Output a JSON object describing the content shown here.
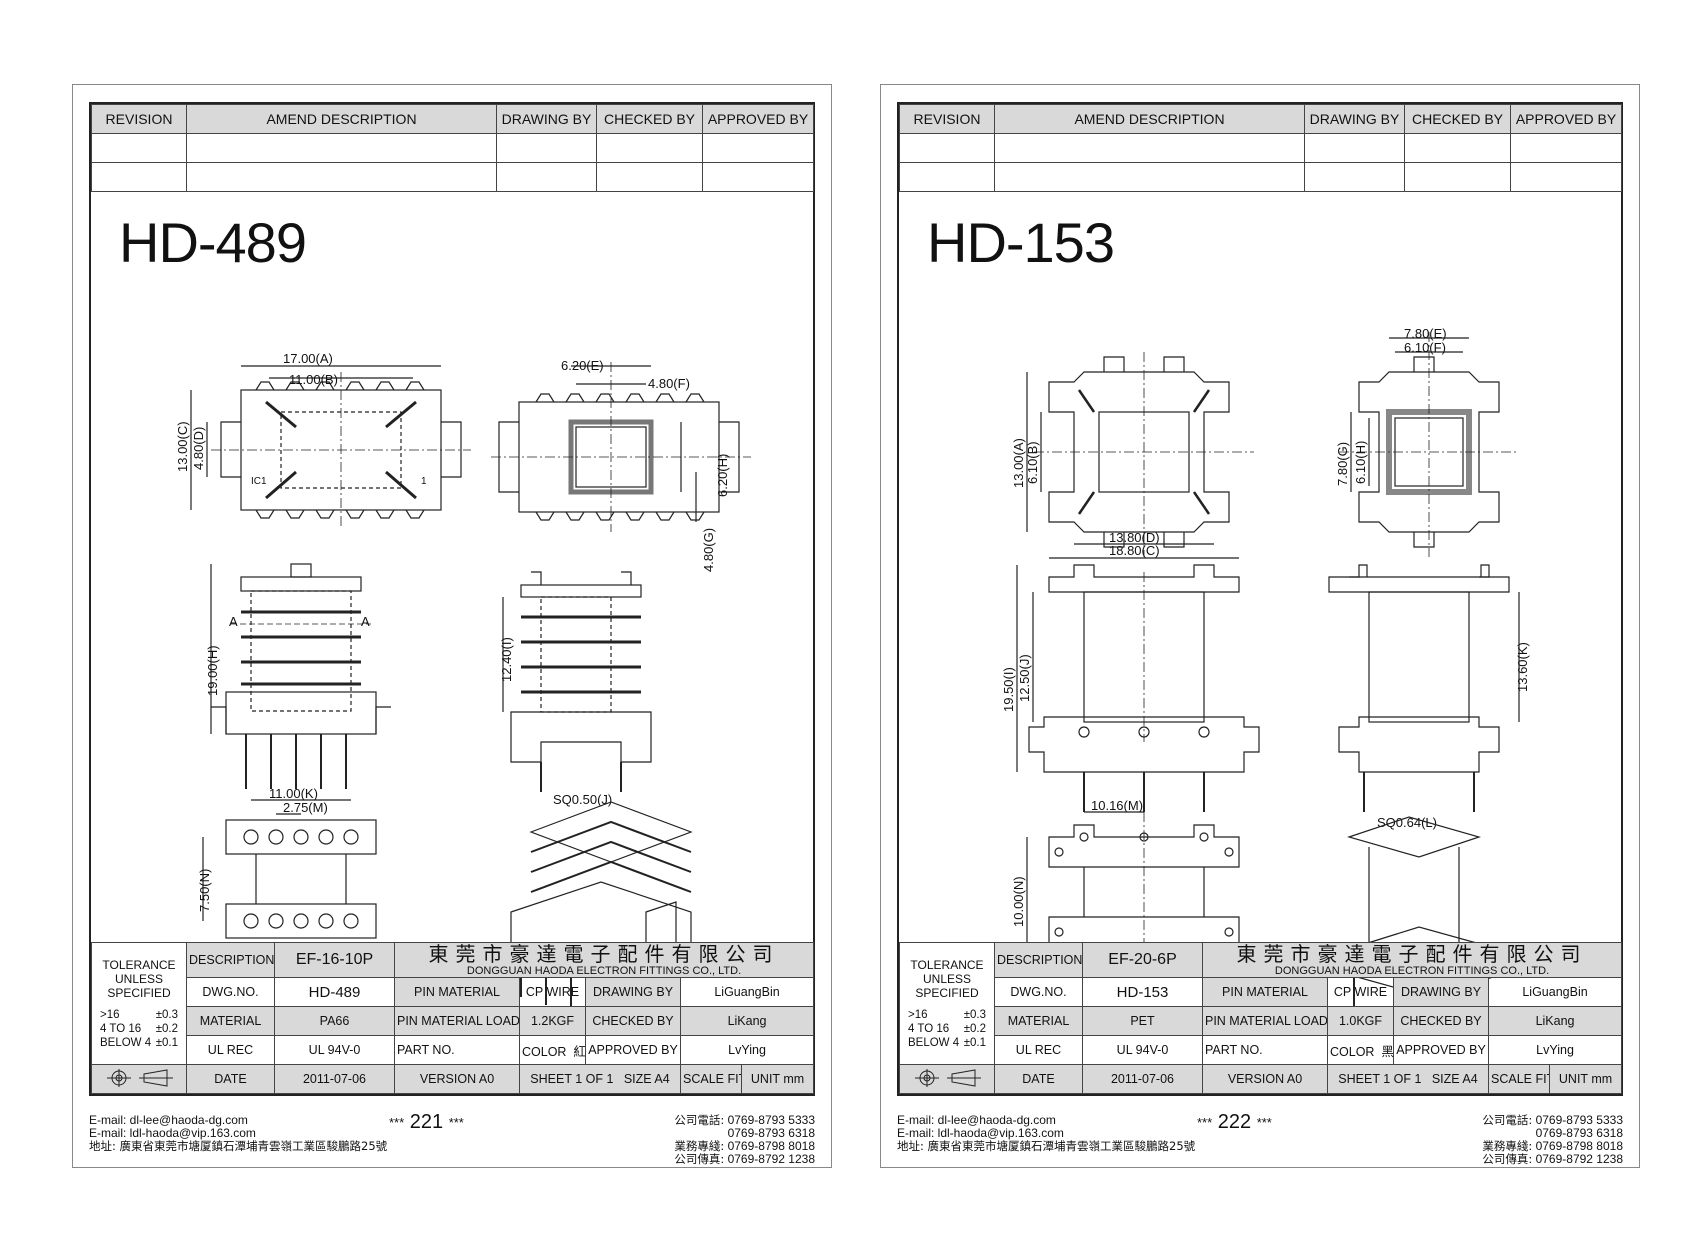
{
  "revision_table": {
    "headers": [
      "REVISION",
      "AMEND DESCRIPTION",
      "DRAWING BY",
      "CHECKED BY",
      "APPROVED BY"
    ]
  },
  "sheets": [
    {
      "model": "HD-489",
      "dims": {
        "a": "17.00(A)",
        "b": "11.00(B)",
        "c": "13.00(C)",
        "d": "4.80(D)",
        "e": "6.20(E)",
        "f": "4.80(F)",
        "g": "4.80(G)",
        "h_top": "6.20(H)",
        "h_side": "19.00(H)",
        "i": "12.40(I)",
        "j": "SQ0.50(J)",
        "k": "11.00(K)",
        "m": "2.75(M)",
        "n": "7.50(N)",
        "section": "A",
        "pin_mark_1": "IC1",
        "pin_mark_2": "1"
      },
      "title_block": {
        "tolerance": [
          "TOLERANCE",
          "UNLESS",
          "SPECIFIED"
        ],
        "tol_rows": [
          [
            ">16",
            "±0.3"
          ],
          [
            "4 TO 16",
            "±0.2"
          ],
          [
            "BELOW 4",
            "±0.1"
          ]
        ],
        "description_label": "DESCRIPTION",
        "description": "EF-16-10P",
        "company_cn": "東莞市豪達電子配件有限公司",
        "company_en": "DONGGUAN HAODA ELECTRON FITTINGS CO., LTD.",
        "dwg_no_label": "DWG.NO.",
        "dwg_no": "HD-489",
        "pin_material_label": "PIN MATERIAL",
        "pin_material": "CP WIRE",
        "drawing_by_label": "DRAWING BY",
        "drawing_by": "LiGuangBin",
        "material_label": "MATERIAL",
        "material": "PA66",
        "pin_load_label": "PIN MATERIAL LOAD",
        "pin_load": "1.2KGF",
        "checked_by_label": "CHECKED BY",
        "checked_by": "LiKang",
        "ul_rec_label": "UL REC",
        "ul_rec": "UL 94V-0",
        "part_no_label": "PART NO.",
        "part_no": "",
        "color_label": "COLOR",
        "color": "紅色",
        "approved_by_label": "APPROVED BY",
        "approved_by": "LvYing",
        "date_label": "DATE",
        "date": "2011-07-06",
        "version": "VERSION A0",
        "sheet": "SHEET 1 OF 1",
        "size": "SIZE A4",
        "scale": "SCALE FIT",
        "unit": "UNIT mm"
      },
      "footer": {
        "email1": "E-mail: dl-lee@haoda-dg.com",
        "email2": "E-mail: ldl-haoda@vip.163.com",
        "address": "地址: 廣東省東莞市塘厦鎮石潭埔青雲嶺工業區駿鵬路25號",
        "page": "221",
        "stars": "***",
        "phone_label": "公司電話:",
        "phone1": "0769-8793 5333",
        "phone2": "0769-8793 6318",
        "biz_label": "業務專綫:",
        "biz": "0769-8798 8018",
        "fax_label": "公司傳真:",
        "fax": "0769-8792 1238"
      }
    },
    {
      "model": "HD-153",
      "dims": {
        "e": "7.80(E)",
        "f": "6.10(F)",
        "a": "13.00(A)",
        "b": "6.10(B)",
        "g": "7.80(G)",
        "h": "6.10(H)",
        "d": "13.80(D)",
        "c": "18.80(C)",
        "i": "19.50(I)",
        "j": "12.50(J)",
        "k": "13.60(K)",
        "l": "SQ0.64(L)",
        "m": "10.16(M)",
        "n": "10.00(N)"
      },
      "title_block": {
        "tolerance": [
          "TOLERANCE",
          "UNLESS",
          "SPECIFIED"
        ],
        "tol_rows": [
          [
            ">16",
            "±0.3"
          ],
          [
            "4 TO 16",
            "±0.2"
          ],
          [
            "BELOW 4",
            "±0.1"
          ]
        ],
        "description_label": "DESCRIPTION",
        "description": "EF-20-6P",
        "company_cn": "東莞市豪達電子配件有限公司",
        "company_en": "DONGGUAN HAODA ELECTRON FITTINGS CO., LTD.",
        "dwg_no_label": "DWG.NO.",
        "dwg_no": "HD-153",
        "pin_material_label": "PIN MATERIAL",
        "pin_material": "CP WIRE",
        "drawing_by_label": "DRAWING BY",
        "drawing_by": "LiGuangBin",
        "material_label": "MATERIAL",
        "material": "PET",
        "pin_load_label": "PIN MATERIAL LOAD",
        "pin_load": "1.0KGF",
        "checked_by_label": "CHECKED BY",
        "checked_by": "LiKang",
        "ul_rec_label": "UL REC",
        "ul_rec": "UL 94V-0",
        "part_no_label": "PART NO.",
        "part_no": "",
        "color_label": "COLOR",
        "color": "黑色",
        "approved_by_label": "APPROVED BY",
        "approved_by": "LvYing",
        "date_label": "DATE",
        "date": "2011-07-06",
        "version": "VERSION A0",
        "sheet": "SHEET 1 OF 1",
        "size": "SIZE A4",
        "scale": "SCALE FIT",
        "unit": "UNIT mm"
      },
      "footer": {
        "email1": "E-mail: dl-lee@haoda-dg.com",
        "email2": "E-mail: ldl-haoda@vip.163.com",
        "address": "地址: 廣東省東莞市塘厦鎮石潭埔青雲嶺工業區駿鵬路25號",
        "page": "222",
        "stars": "***",
        "phone_label": "公司電話:",
        "phone1": "0769-8793 5333",
        "phone2": "0769-8793 6318",
        "biz_label": "業務專綫:",
        "biz": "0769-8798 8018",
        "fax_label": "公司傳真:",
        "fax": "0769-8792 1238"
      }
    }
  ]
}
